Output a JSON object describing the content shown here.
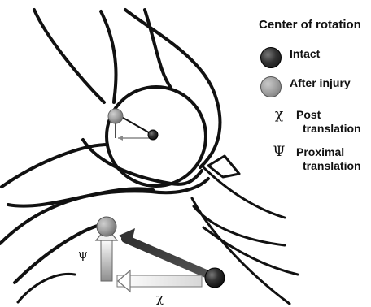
{
  "legend": {
    "title": "Center of rotation",
    "items": [
      {
        "label_lines": [
          "Intact"
        ],
        "marker": "dark-sphere"
      },
      {
        "label_lines": [
          "After injury"
        ],
        "marker": "light-sphere"
      },
      {
        "label_lines": [
          "Post",
          "translation"
        ],
        "symbol": "χ"
      },
      {
        "label_lines": [
          "Proximal",
          "translation"
        ],
        "symbol": "Ψ"
      }
    ]
  },
  "diagram": {
    "vertical_symbol": "ψ",
    "horizontal_symbol": "χ"
  }
}
